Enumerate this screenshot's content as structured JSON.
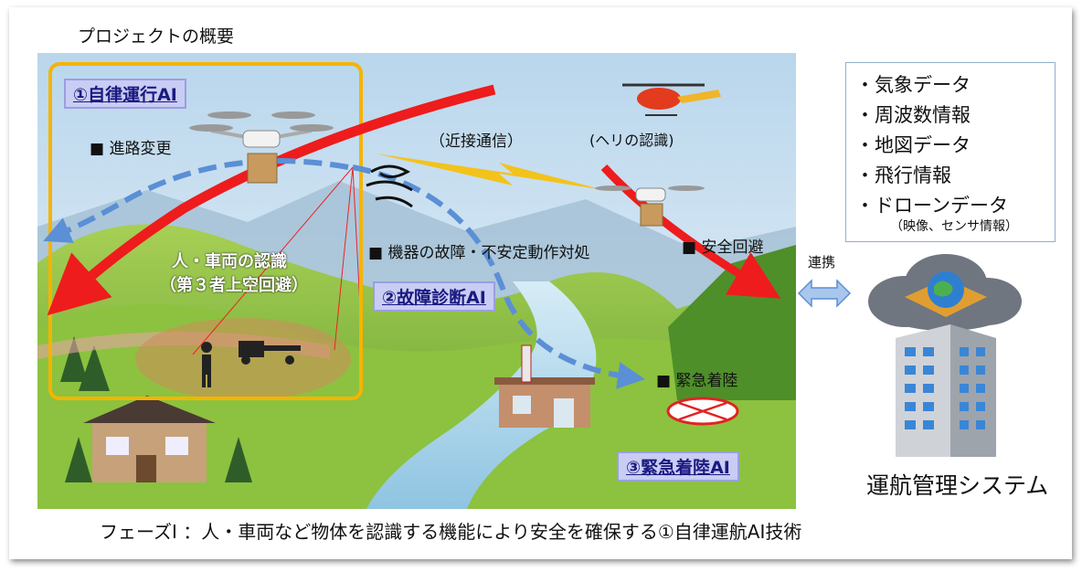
{
  "overview_title": "プロジェクトの概要",
  "ai_boxes": {
    "autonomous": "①自律運行AI",
    "diagnosis": "②故障診断AI",
    "landing": "③緊急着陸AI"
  },
  "scene_labels": {
    "route_change": "■ 進路変更",
    "proximity_comm": "（近接通信）",
    "heli_recognition": "(ヘリの認識)",
    "person_vehicle": "人・車両の認識",
    "third_party": "（第３者上空回避）",
    "malfunction": "■ 機器の故障・不安定動作対処",
    "safe_avoid": "■ 安全回避",
    "emergency_landing": "■ 緊急着陸"
  },
  "data_list": {
    "items": [
      "・気象データ",
      "・周波数情報",
      "・地図データ",
      "・飛行情報",
      "・ドローンデータ"
    ],
    "sub": "（映像、センサ情報）"
  },
  "link_label": "連携",
  "system_label": "運航管理システム",
  "bottom_caption": "フェーズⅠ ：人・車両など物体を認識する機能により安全を確保する①自律運航AI技術",
  "colors": {
    "red_arrow": "#ee1c1c",
    "blue_dashed": "#5b8fd6",
    "highlight_box": "#f5b400",
    "ai_label_bg": "#c9ccf3",
    "sky": "#cfe3f1",
    "grass": "#7db33a"
  }
}
